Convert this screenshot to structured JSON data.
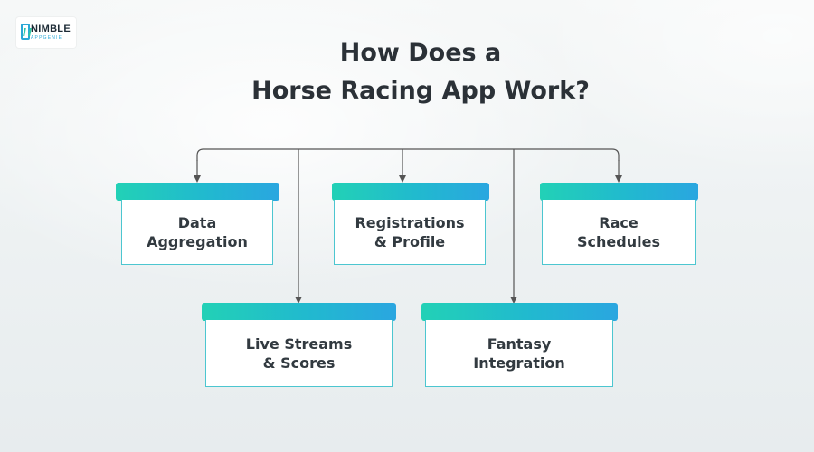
{
  "logo": {
    "name": "NIMBLE",
    "tagline": "APPGENIE"
  },
  "title": {
    "line1": "How Does a",
    "line2": "Horse Racing App Work?"
  },
  "colors": {
    "accent_start": "#22d1b6",
    "accent_end": "#2aa6e0",
    "text": "#323a40",
    "connector": "#555555"
  },
  "nodes": [
    {
      "line1": "Data",
      "line2": "Aggregation"
    },
    {
      "line1": "Registrations",
      "line2": "& Profile"
    },
    {
      "line1": "Race",
      "line2": "Schedules"
    },
    {
      "line1": "Live Streams",
      "line2": "& Scores"
    },
    {
      "line1": "Fantasy",
      "line2": "Integration"
    }
  ]
}
